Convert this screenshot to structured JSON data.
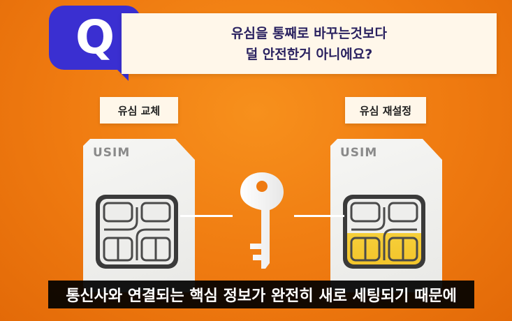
{
  "question": {
    "icon_letter": "Q",
    "line1": "유심을 통째로 바꾸는것보다",
    "line2": "덜 안전한거 아니에요?"
  },
  "labels": {
    "left": "유심 교체",
    "right": "유심 재설정"
  },
  "sim_cards": {
    "left_text": "USIM",
    "right_text": "USIM"
  },
  "subtitle": "통신사와 연결되는 핵심 정보가 완전히 새로 세팅되기 때문에",
  "icons": {
    "question": "question-bubble-icon",
    "key": "key-icon",
    "sim": "sim-card-icon"
  },
  "colors": {
    "background": "#ef7a10",
    "q_bubble": "#3a2fd1",
    "question_text": "#2a2260",
    "chip_highlight": "#f3c52b"
  }
}
